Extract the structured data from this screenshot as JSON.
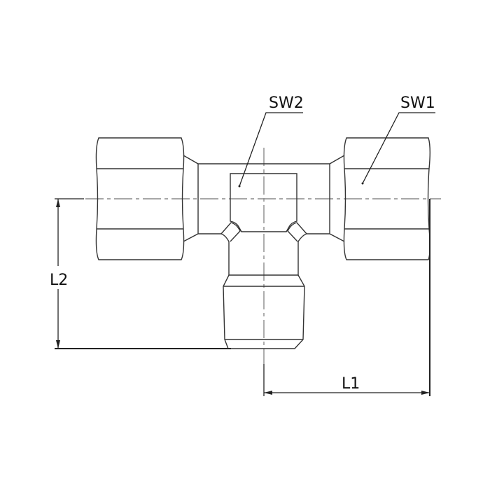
{
  "labels": {
    "sw1": "SW1",
    "sw2": "SW2",
    "l1": "L1",
    "l2": "L2"
  },
  "colors": {
    "line": "#333333",
    "centerline": "#8a8a8a"
  }
}
